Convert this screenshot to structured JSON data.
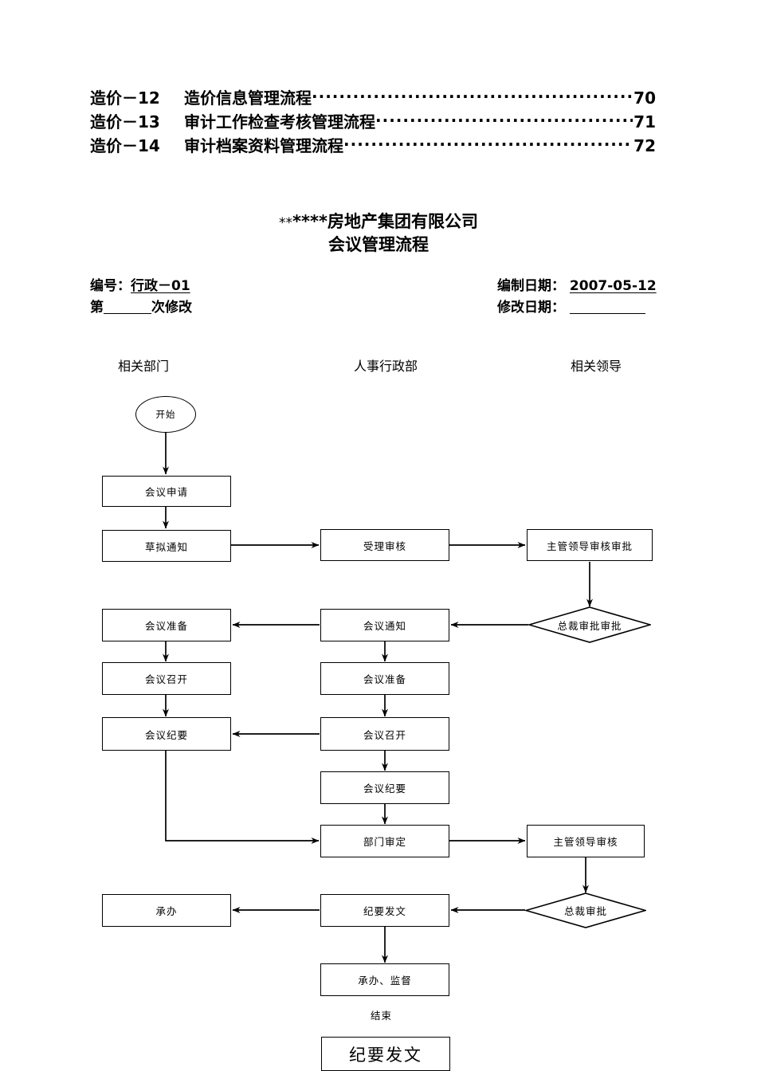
{
  "toc": {
    "rows": [
      {
        "code": "造价－12",
        "title": "造价信息管理流程",
        "dots": "····································································",
        "page": "70"
      },
      {
        "code": "造价－13",
        "title": "审计工作检查考核管理流程",
        "dots": "····································································",
        "page": "71"
      },
      {
        "code": "造价－14",
        "title": "审计档案资料管理流程",
        "dots": "····································································",
        "page": "72"
      }
    ]
  },
  "title": {
    "stars": "**",
    "company": "****房地产集团有限公司",
    "subtitle": "会议管理流程"
  },
  "meta": {
    "number_label": "编号：",
    "number_value": "行政－01",
    "revision_prefix": "第",
    "revision_suffix": "次修改",
    "revision_value": "",
    "created_label": "编制日期：",
    "created_value": "2007-05-12",
    "modified_label": "修改日期：",
    "modified_value": ""
  },
  "lanes": [
    {
      "label": "相关部门"
    },
    {
      "label": "人事行政部"
    },
    {
      "label": "相关领导"
    }
  ],
  "flow": {
    "nodes": [
      {
        "id": "start",
        "label": "开始"
      },
      {
        "id": "apply",
        "label": "会议申请"
      },
      {
        "id": "draft",
        "label": "草拟通知"
      },
      {
        "id": "accept",
        "label": "受理审核"
      },
      {
        "id": "leader1",
        "label": "主管领导审核审批"
      },
      {
        "id": "ceo1",
        "label": "总裁审批审批"
      },
      {
        "id": "notify",
        "label": "会议通知"
      },
      {
        "id": "prepL",
        "label": "会议准备"
      },
      {
        "id": "prepM",
        "label": "会议准备"
      },
      {
        "id": "holdL",
        "label": "会议召开"
      },
      {
        "id": "holdM",
        "label": "会议召开"
      },
      {
        "id": "minutesL",
        "label": "会议纪要"
      },
      {
        "id": "minutesM",
        "label": "会议纪要"
      },
      {
        "id": "deptreview",
        "label": "部门审定"
      },
      {
        "id": "leader2",
        "label": "主管领导审核"
      },
      {
        "id": "ceo2",
        "label": "总裁审批"
      },
      {
        "id": "issue",
        "label": "纪要发文"
      },
      {
        "id": "undertakeL",
        "label": "承办"
      },
      {
        "id": "undertakeSup",
        "label": "承办、监督"
      },
      {
        "id": "endlabel",
        "label": "结束"
      },
      {
        "id": "issuebig",
        "label": "纪要发文"
      }
    ]
  }
}
